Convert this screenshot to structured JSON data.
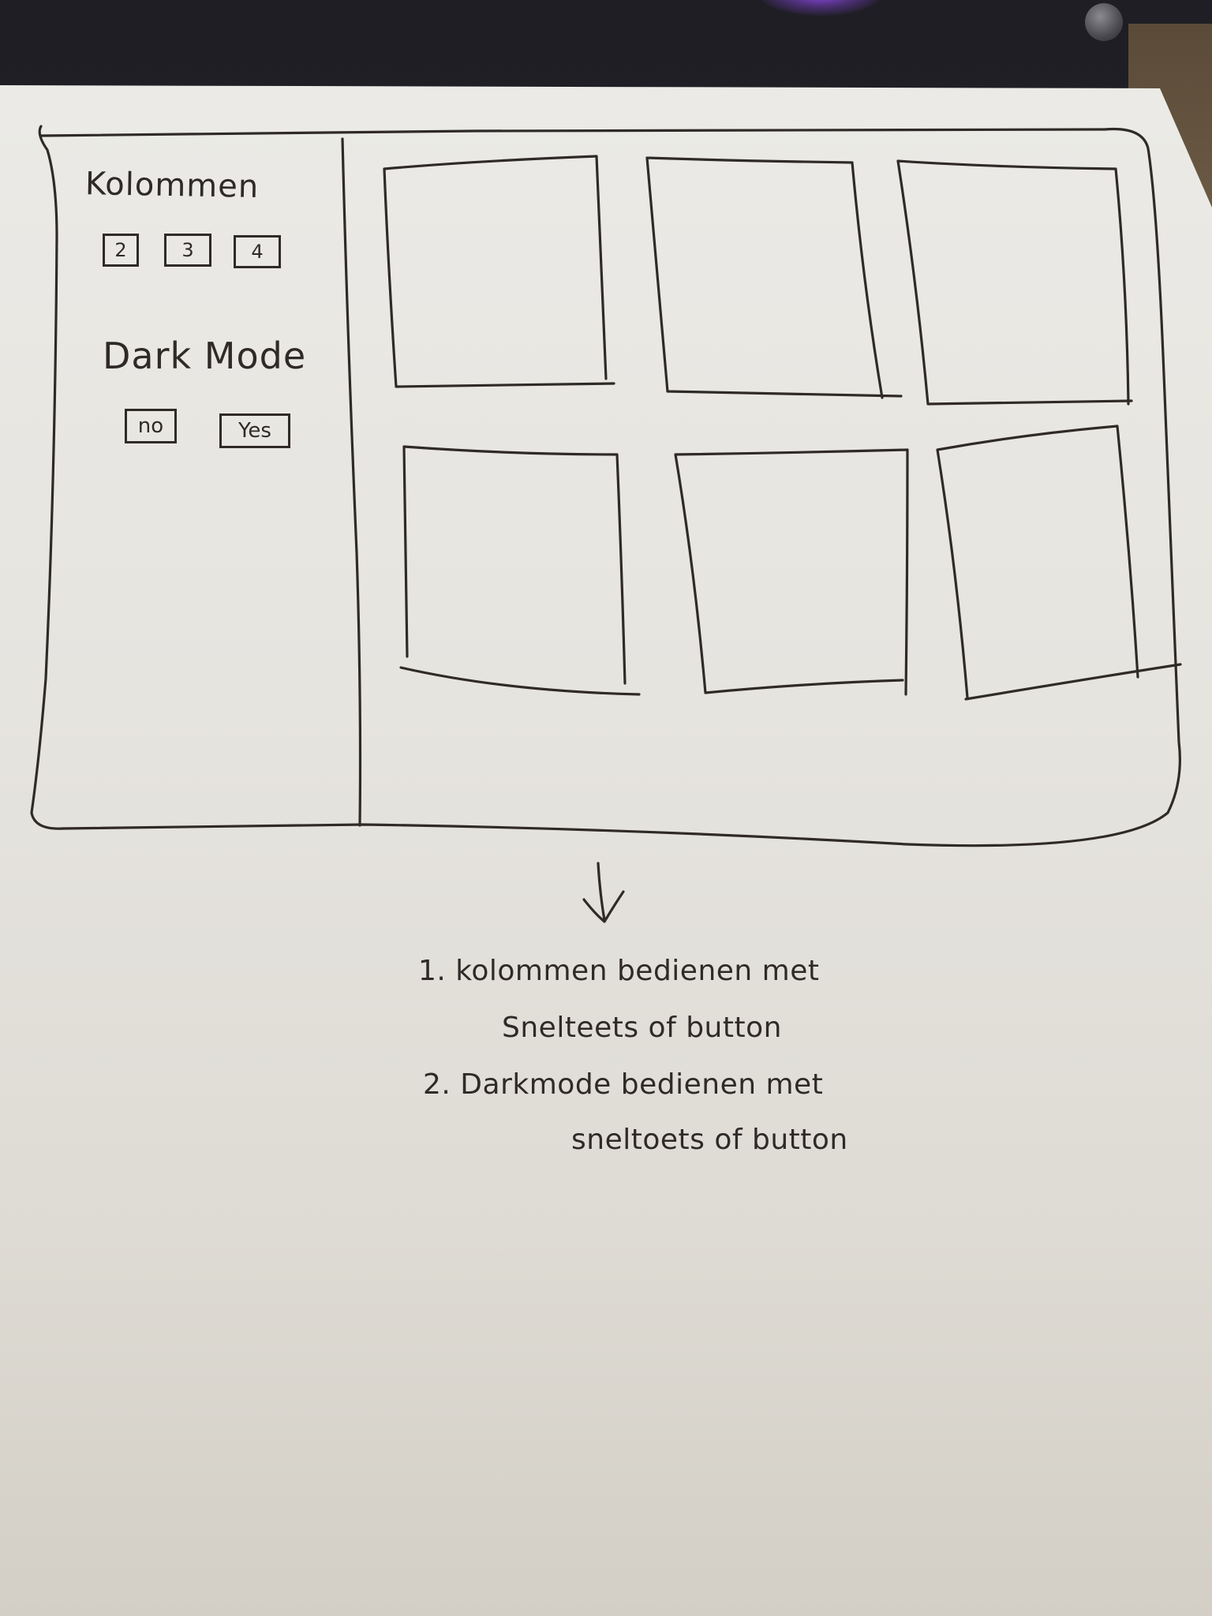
{
  "sidebar": {
    "columns_label": "Kolommen",
    "column_options": [
      "2",
      "3",
      "4"
    ],
    "dark_mode_label": "Dark Mode",
    "dark_mode_options": [
      "no",
      "Yes"
    ]
  },
  "notes": {
    "item1_line1": "1. kolommen bedienen met",
    "item1_line2": "Snelteets of button",
    "item2_line1": "2. Darkmode bedienen met",
    "item2_line2": "sneltoets of button"
  }
}
